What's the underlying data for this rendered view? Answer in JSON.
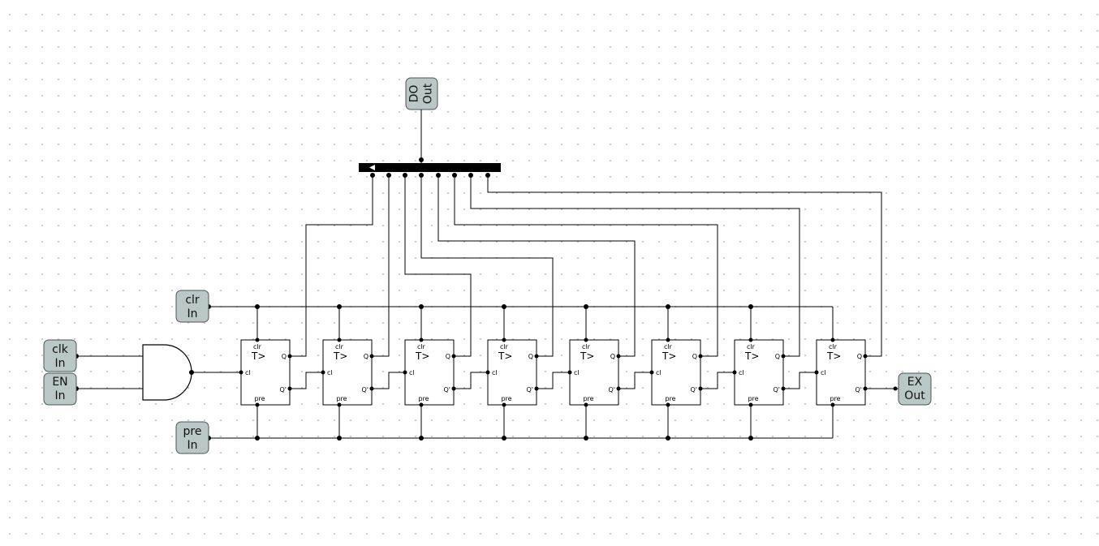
{
  "inputs": {
    "clk": {
      "name": "clk",
      "kind": "In"
    },
    "en": {
      "name": "EN",
      "kind": "In"
    },
    "clr": {
      "name": "clr",
      "kind": "In"
    },
    "pre": {
      "name": "pre",
      "kind": "In"
    }
  },
  "outputs": {
    "do": {
      "name": "DO",
      "kind": "Out"
    },
    "ex": {
      "name": "EX",
      "kind": "Out"
    }
  },
  "flipflop": {
    "clr": "clr",
    "pre": "pre",
    "type": "T>",
    "clock": "cl",
    "q": "Q",
    "qbar": "Q'"
  },
  "flipflop_count": 8,
  "colors": {
    "io_fill": "#b9c7c7",
    "wire": "#000000",
    "grid_dot": "#bdbdbd"
  }
}
